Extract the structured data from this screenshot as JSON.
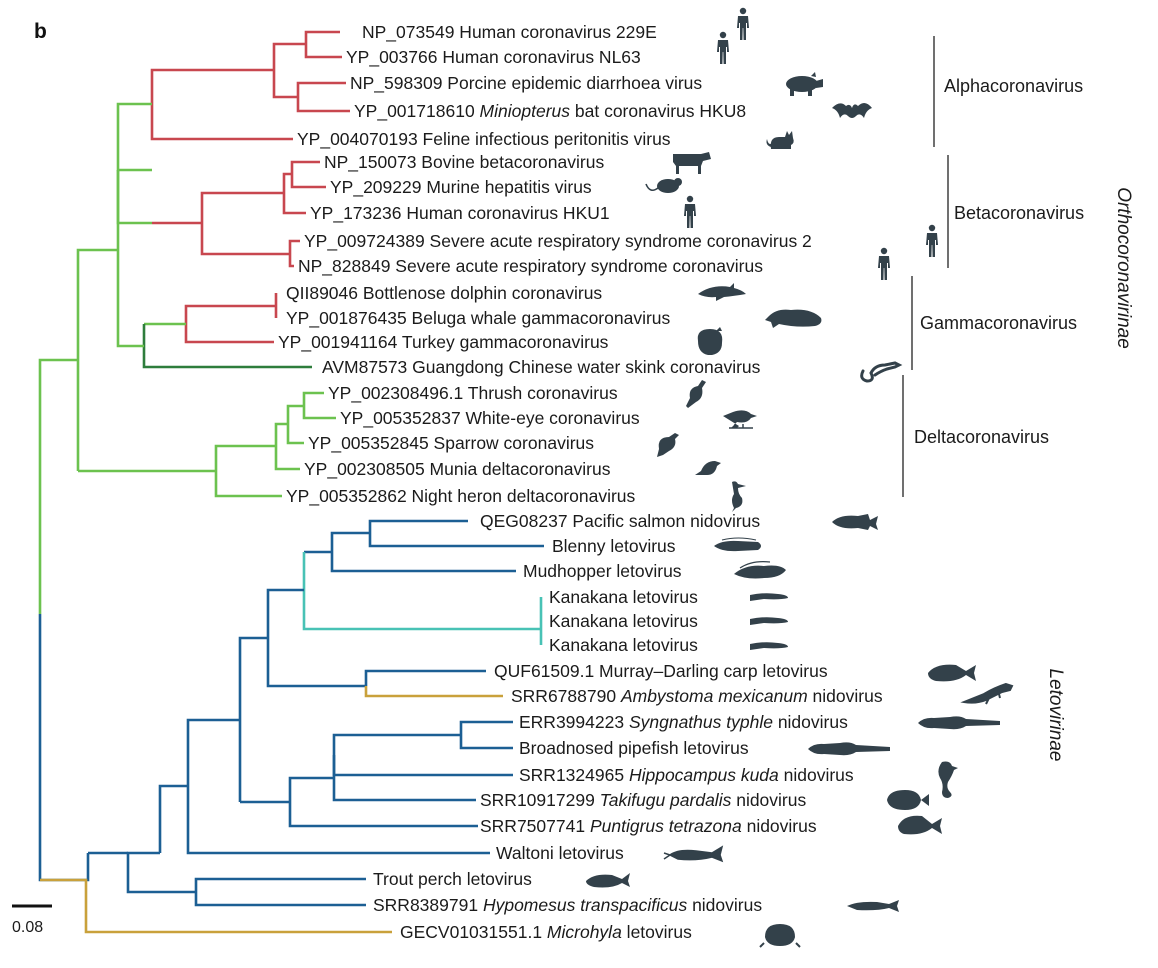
{
  "panel_label": "b",
  "scale_bar_label": "0.08",
  "colors": {
    "alpha_beta": "#c8474f",
    "ortho": "#6cc24f",
    "skink": "#2e7d3c",
    "leto": "#1c5f94",
    "kanakana": "#48c2b5",
    "gold": "#c9a13b",
    "silhouette": "#33414a"
  },
  "leaves": [
    {
      "parts": [
        {
          "t": "NP_073549 Human coronavirus 229E"
        }
      ],
      "icon": "human-icon"
    },
    {
      "parts": [
        {
          "t": "YP_003766 Human coronavirus NL63"
        }
      ],
      "icon": "human-icon"
    },
    {
      "parts": [
        {
          "t": "NP_598309 Porcine epidemic diarrhoea virus"
        }
      ],
      "icon": "pig-icon"
    },
    {
      "parts": [
        {
          "t": "YP_001718610 "
        },
        {
          "t": "Miniopterus",
          "i": true
        },
        {
          "t": " bat coronavirus HKU8"
        }
      ],
      "icon": "bat-icon"
    },
    {
      "parts": [
        {
          "t": "YP_004070193 Feline infectious peritonitis virus"
        }
      ],
      "icon": "cat-icon"
    },
    {
      "parts": [
        {
          "t": "NP_150073 Bovine betacoronavirus"
        }
      ],
      "icon": "cow-icon"
    },
    {
      "parts": [
        {
          "t": "YP_209229 Murine hepatitis virus"
        }
      ],
      "icon": "mouse-icon"
    },
    {
      "parts": [
        {
          "t": "YP_173236 Human coronavirus HKU1"
        }
      ],
      "icon": "human-icon"
    },
    {
      "parts": [
        {
          "t": "YP_009724389 Severe acute respiratory syndrome coronavirus 2"
        }
      ],
      "icon": "human-icon"
    },
    {
      "parts": [
        {
          "t": "NP_828849 Severe acute respiratory syndrome coronavirus"
        }
      ],
      "icon": "human-icon"
    },
    {
      "parts": [
        {
          "t": "QII89046 Bottlenose dolphin coronavirus"
        }
      ],
      "icon": "dolphin-icon"
    },
    {
      "parts": [
        {
          "t": "YP_001876435 Beluga whale gammacoronavirus"
        }
      ],
      "icon": "whale-icon"
    },
    {
      "parts": [
        {
          "t": "YP_001941164 Turkey gammacoronavirus"
        }
      ],
      "icon": "turkey-icon"
    },
    {
      "parts": [
        {
          "t": "AVM87573 Guangdong Chinese water skink coronavirus"
        }
      ],
      "icon": "skink-icon"
    },
    {
      "parts": [
        {
          "t": "YP_002308496.1 Thrush coronavirus"
        }
      ],
      "icon": "thrush-icon"
    },
    {
      "parts": [
        {
          "t": "YP_005352837 White-eye coronavirus"
        }
      ],
      "icon": "white-eye-icon"
    },
    {
      "parts": [
        {
          "t": "YP_005352845 Sparrow coronavirus"
        }
      ],
      "icon": "sparrow-icon"
    },
    {
      "parts": [
        {
          "t": "YP_002308505 Munia deltacoronavirus"
        }
      ],
      "icon": "munia-icon"
    },
    {
      "parts": [
        {
          "t": "YP_005352862 Night heron deltacoronavirus"
        }
      ],
      "icon": "heron-icon"
    },
    {
      "parts": [
        {
          "t": "QEG08237 Pacific salmon nidovirus"
        }
      ],
      "icon": "salmon-icon"
    },
    {
      "parts": [
        {
          "t": "Blenny letovirus"
        }
      ],
      "icon": "blenny-icon"
    },
    {
      "parts": [
        {
          "t": "Mudhopper letovirus"
        }
      ],
      "icon": "mudhopper-icon"
    },
    {
      "parts": [
        {
          "t": "Kanakana letovirus"
        }
      ],
      "icon": "lamprey-icon"
    },
    {
      "parts": [
        {
          "t": "Kanakana letovirus"
        }
      ],
      "icon": "lamprey-icon"
    },
    {
      "parts": [
        {
          "t": "Kanakana letovirus"
        }
      ],
      "icon": "lamprey-icon"
    },
    {
      "parts": [
        {
          "t": "QUF61509.1 Murray–Darling carp letovirus"
        }
      ],
      "icon": "carp-icon"
    },
    {
      "parts": [
        {
          "t": "SRR6788790 "
        },
        {
          "t": "Ambystoma mexicanum",
          "i": true
        },
        {
          "t": " nidovirus"
        }
      ],
      "icon": "axolotl-icon"
    },
    {
      "parts": [
        {
          "t": "ERR3994223 "
        },
        {
          "t": "Syngnathus typhle",
          "i": true
        },
        {
          "t": " nidovirus"
        }
      ],
      "icon": "pipefish-icon"
    },
    {
      "parts": [
        {
          "t": "Broadnosed pipefish letovirus"
        }
      ],
      "icon": "pipefish-icon"
    },
    {
      "parts": [
        {
          "t": "SRR1324965 "
        },
        {
          "t": "Hippocampus kuda",
          "i": true
        },
        {
          "t": " nidovirus"
        }
      ],
      "icon": "seahorse-icon"
    },
    {
      "parts": [
        {
          "t": "SRR10917299 "
        },
        {
          "t": "Takifugu pardalis",
          "i": true
        },
        {
          "t": " nidovirus"
        }
      ],
      "icon": "pufferfish-icon"
    },
    {
      "parts": [
        {
          "t": "SRR7507741 "
        },
        {
          "t": "Puntigrus tetrazona",
          "i": true
        },
        {
          "t": " nidovirus"
        }
      ],
      "icon": "barb-icon"
    },
    {
      "parts": [
        {
          "t": "Waltoni letovirus"
        }
      ],
      "icon": "catfish-icon"
    },
    {
      "parts": [
        {
          "t": "Trout perch letovirus"
        }
      ],
      "icon": "troutperch-icon"
    },
    {
      "parts": [
        {
          "t": "SRR8389791 "
        },
        {
          "t": "Hypomesus transpacificus",
          "i": true
        },
        {
          "t": " nidovirus"
        }
      ],
      "icon": "smelt-icon"
    },
    {
      "parts": [
        {
          "t": "GECV01031551.1 "
        },
        {
          "t": "Microhyla",
          "i": true
        },
        {
          "t": " letovirus"
        }
      ],
      "icon": "frog-icon"
    }
  ],
  "groups": [
    {
      "name": "Alphacoronavirus"
    },
    {
      "name": "Betacoronavirus"
    },
    {
      "name": "Gammacoronavirus"
    },
    {
      "name": "Deltacoronavirus"
    }
  ],
  "subfamilies": [
    {
      "name": "Orthocoronavirinae"
    },
    {
      "name": "Letovirinae"
    }
  ]
}
